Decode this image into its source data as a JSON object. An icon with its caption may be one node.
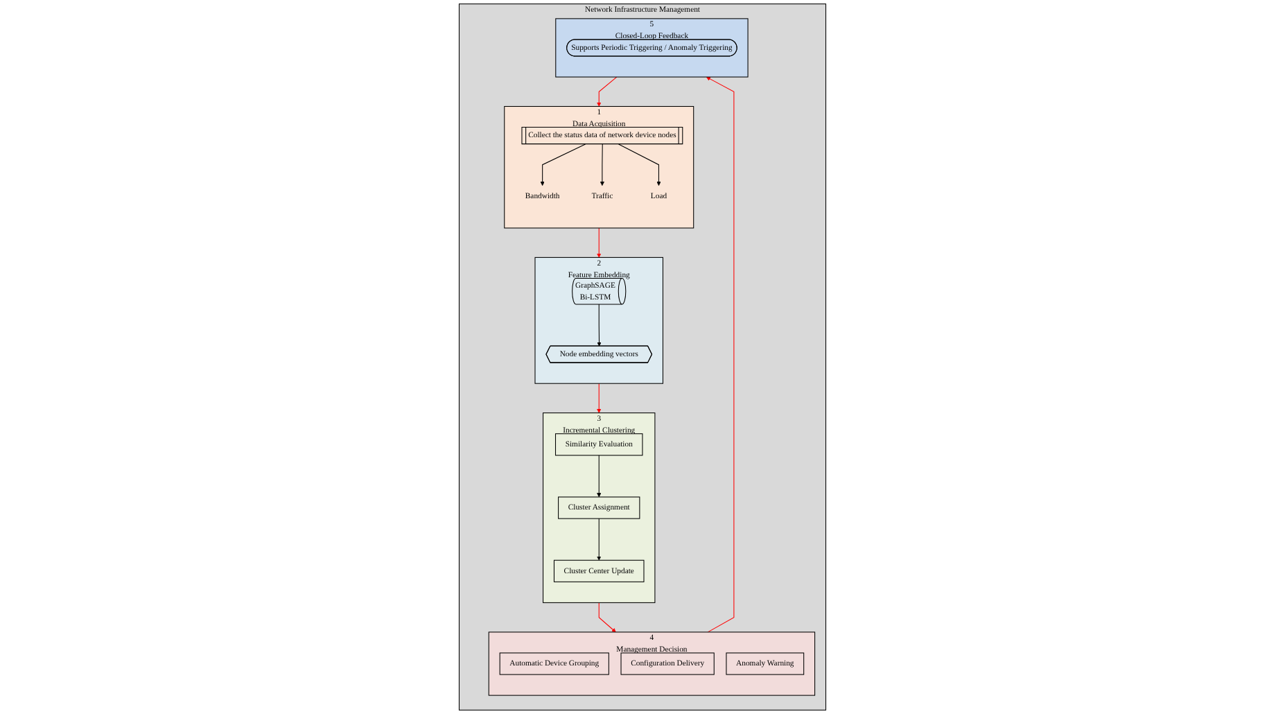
{
  "diagram": {
    "nodes": [
      {
        "text": [
          "Network Infrastructure Management"
        ]
      },
      {
        "text": [
          "Data Acquisition"
        ],
        "in": 0,
        "beside": [
          "1"
        ]
      },
      {
        "text": [
          "Collect the status data of network device nodes"
        ],
        "in": 1
      },
      {
        "text": [
          "Bandwidth"
        ],
        "in": 1
      },
      {
        "text": [
          "Traffic"
        ],
        "in": 1
      },
      {
        "text": [
          "Load"
        ],
        "in": 1
      },
      {
        "text": [
          "Feature Embedding"
        ],
        "in": 0,
        "beside": [
          "2"
        ]
      },
      {
        "text": [
          "GraphSAGE",
          "Bi-LSTM"
        ],
        "in": 6
      },
      {
        "text": [
          "Node embedding vectors"
        ],
        "in": 6
      },
      {
        "text": [
          "Incremental Clustering"
        ],
        "in": 0,
        "beside": [
          "3"
        ]
      },
      {
        "text": [
          "Similarity Evaluation"
        ],
        "in": 9
      },
      {
        "text": [
          "Cluster Assignment"
        ],
        "in": 9
      },
      {
        "text": [
          "Cluster Center Update"
        ],
        "in": 9
      },
      {
        "text": [
          "Management Decision"
        ],
        "in": 0,
        "beside": [
          "4"
        ]
      },
      {
        "text": [
          "Automatic Device Grouping"
        ],
        "in": 13
      },
      {
        "text": [
          "Configuration Delivery"
        ],
        "in": 13
      },
      {
        "text": [
          "Anomaly Warning"
        ],
        "in": 13
      },
      {
        "text": [
          "Closed-Loop Feedback"
        ],
        "in": 0,
        "beside": [
          "5"
        ]
      },
      {
        "text": [
          "Supports Periodic Triggering / Anomaly Triggering"
        ],
        "in": 17
      }
    ],
    "edges": [
      {
        "from": 2,
        "to": 3,
        "arrow": "to"
      },
      {
        "from": 2,
        "to": 4,
        "arrow": "to"
      },
      {
        "from": 2,
        "to": 5,
        "arrow": "to"
      },
      {
        "from": 1,
        "to": 6,
        "arrow": "to",
        "color": "#ff0000"
      },
      {
        "from": 7,
        "to": 8,
        "arrow": "to"
      },
      {
        "from": 6,
        "to": 9,
        "arrow": "to",
        "color": "#ff0000"
      },
      {
        "from": 10,
        "to": 11,
        "arrow": "to"
      },
      {
        "from": 11,
        "to": 12,
        "arrow": "to"
      },
      {
        "from": 9,
        "to": 13,
        "arrow": "to",
        "color": "#ff0000"
      },
      {
        "from": 13,
        "to": 17,
        "arrow": "to",
        "color": "#ff0000"
      },
      {
        "from": 17,
        "to": 1,
        "arrow": "to",
        "color": "#ff0000"
      }
    ]
  }
}
